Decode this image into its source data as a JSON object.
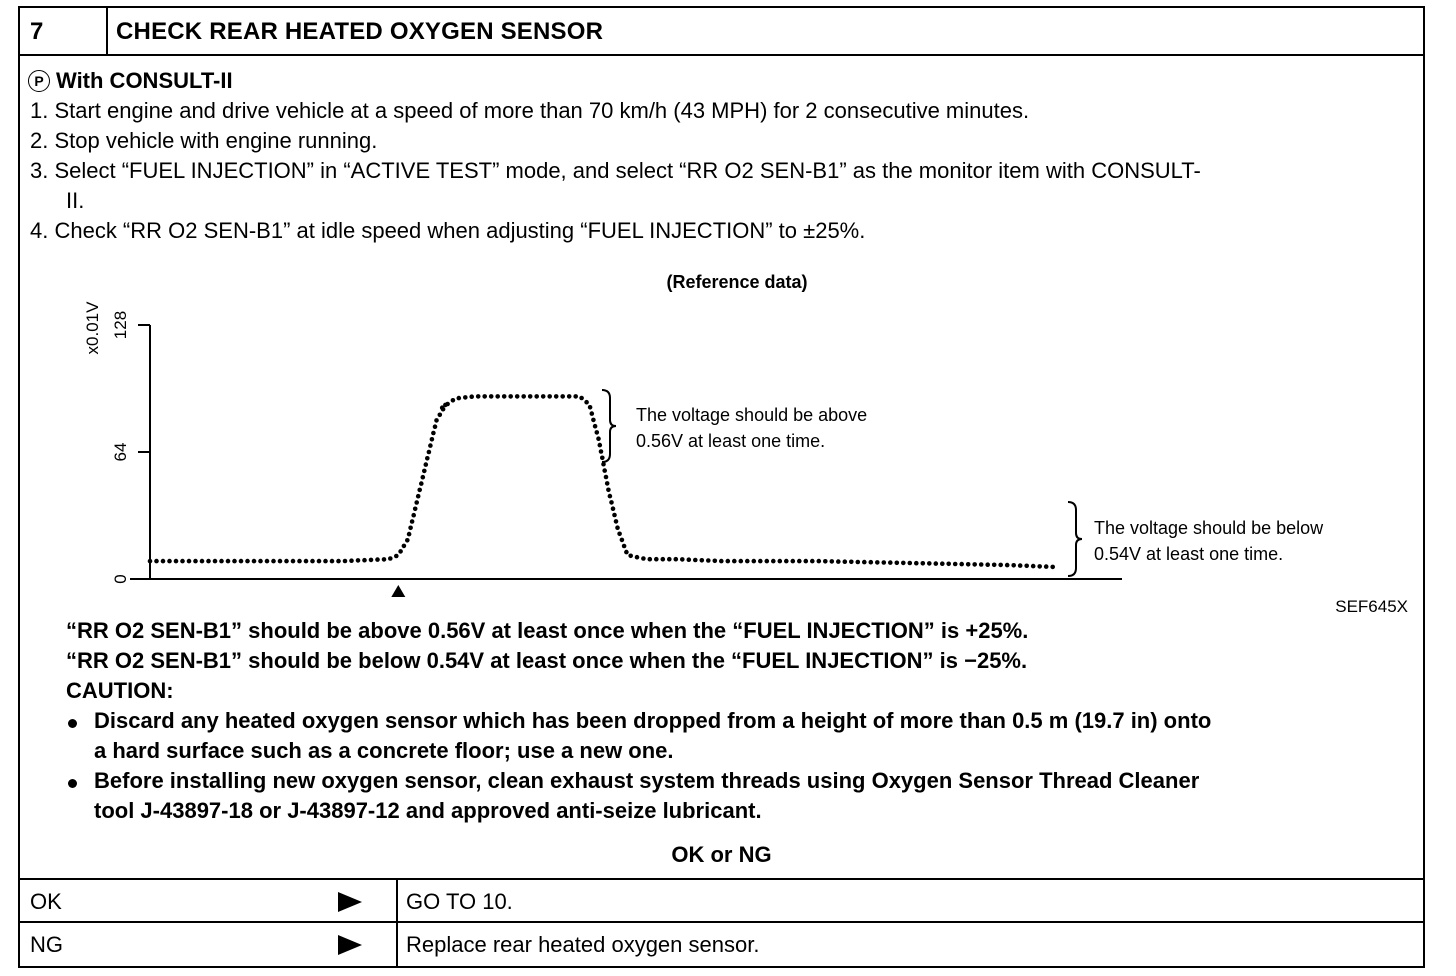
{
  "header": {
    "step_number": "7",
    "title": "CHECK REAR HEATED OXYGEN SENSOR"
  },
  "consult": {
    "icon": "consult-icon",
    "label": "With CONSULT-II"
  },
  "steps": [
    "1.  Start engine and drive vehicle at a speed of more than 70 km/h (43 MPH) for 2 consecutive minutes.",
    "2.  Stop vehicle with engine running.",
    "3.  Select “FUEL INJECTION” in “ACTIVE TEST” mode, and select “RR O2 SEN-B1” as the monitor item with CONSULT-",
    "II.",
    "4.  Check “RR O2 SEN-B1” at idle speed when adjusting “FUEL INJECTION” to ±25%."
  ],
  "chart_data": {
    "type": "line",
    "title": "(Reference data)",
    "ylabel": "x0.01V",
    "yticks": [
      "0",
      "64",
      "128"
    ],
    "ylim": [
      0,
      128
    ],
    "xlim": [
      0,
      100
    ],
    "x": [
      0,
      10,
      20,
      25,
      26,
      27,
      28,
      29,
      30,
      31,
      30.5,
      32,
      34,
      40,
      45,
      46,
      47,
      48,
      49,
      50,
      52,
      55,
      60,
      70,
      80,
      90,
      95
    ],
    "y": [
      9,
      9,
      9,
      10,
      12,
      20,
      40,
      60,
      80,
      88,
      86,
      91,
      92,
      92,
      92,
      88,
      70,
      45,
      25,
      12,
      10,
      10,
      9,
      9,
      8,
      7,
      6
    ],
    "marker_label": "▲",
    "annotations": [
      "The voltage should be above",
      "0.56V at least one time.",
      "The voltage should be below",
      "0.54V at least one time."
    ],
    "figure_code": "SEF645X",
    "grid": false
  },
  "conditions": [
    "“RR O2 SEN-B1” should be above 0.56V at least once when the “FUEL INJECTION” is +25%.",
    "“RR O2 SEN-B1” should be below 0.54V at least once when the “FUEL INJECTION” is −25%."
  ],
  "caution": {
    "label": "CAUTION:",
    "bullet1_line1": "Discard any heated oxygen sensor which has been dropped from a height of more than 0.5 m (19.7 in) onto",
    "bullet1_line2": "a hard surface such as a concrete floor; use a new one.",
    "bullet2_line1": "Before installing new oxygen sensor, clean exhaust system threads using Oxygen Sensor Thread Cleaner",
    "bullet2_line2": "tool J-43897-18 or J-43897-12 and approved anti-seize lubricant."
  },
  "result": {
    "title": "OK or NG",
    "rows": [
      {
        "status": "OK",
        "action": "GO TO 10."
      },
      {
        "status": "NG",
        "action": "Replace rear heated oxygen sensor."
      }
    ]
  }
}
